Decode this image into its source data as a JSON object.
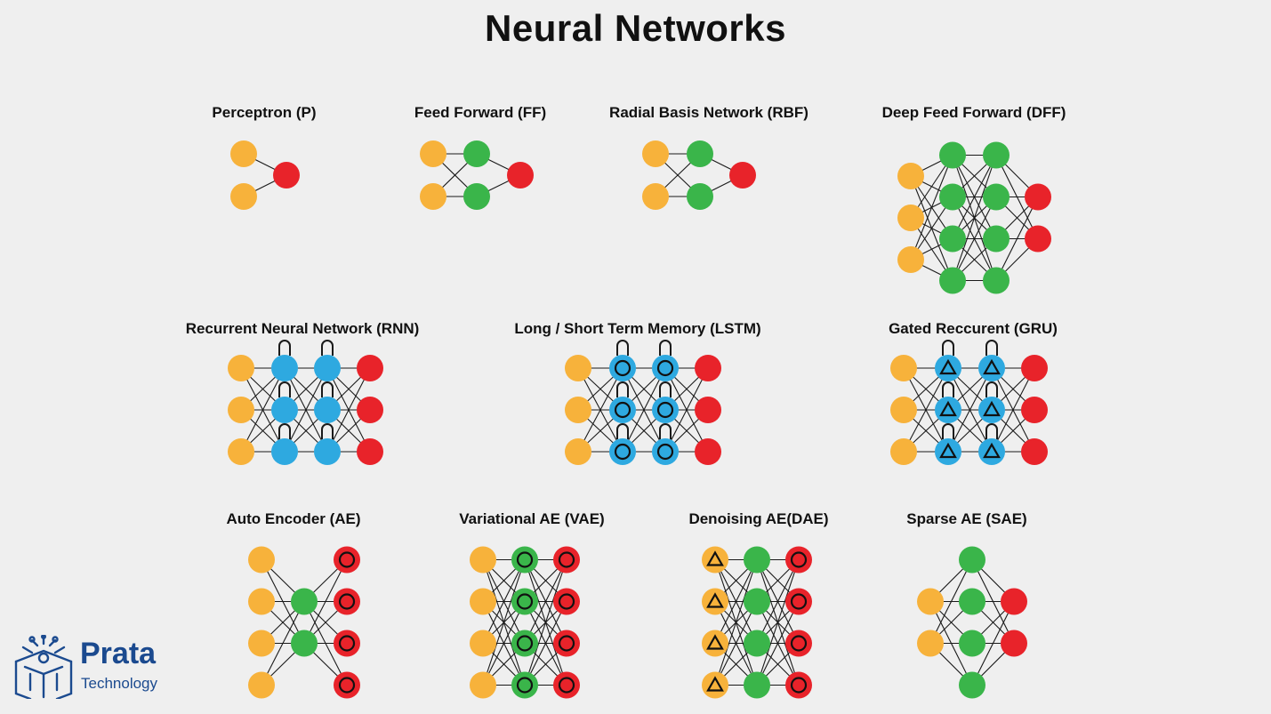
{
  "title": "Neural Networks",
  "colors": {
    "input": "#f7b23b",
    "hidden": "#3ab54a",
    "output": "#e8232a",
    "recurrent": "#2ea9e0",
    "edge": "#1a1a1a",
    "brand": "#1b4a8f"
  },
  "networks": [
    {
      "id": "p",
      "title": "Perceptron (P)",
      "layers": [
        [
          "in",
          "in"
        ],
        [
          "out"
        ]
      ]
    },
    {
      "id": "ff",
      "title": "Feed Forward (FF)",
      "layers": [
        [
          "in",
          "in"
        ],
        [
          "hid",
          "hid"
        ],
        [
          "out"
        ]
      ]
    },
    {
      "id": "rbf",
      "title": "Radial Basis Network (RBF)",
      "layers": [
        [
          "in",
          "in"
        ],
        [
          "hid",
          "hid"
        ],
        [
          "out"
        ]
      ]
    },
    {
      "id": "dff",
      "title": "Deep Feed Forward (DFF)",
      "layers": [
        [
          "in",
          "in",
          "in"
        ],
        [
          "hid",
          "hid",
          "hid",
          "hid"
        ],
        [
          "hid",
          "hid",
          "hid",
          "hid"
        ],
        [
          "out",
          "out"
        ]
      ]
    },
    {
      "id": "rnn",
      "title": "Recurrent Neural Network (RNN)",
      "layers": [
        [
          "in",
          "in",
          "in"
        ],
        [
          "rec",
          "rec",
          "rec"
        ],
        [
          "rec",
          "rec",
          "rec"
        ],
        [
          "out",
          "out",
          "out"
        ]
      ]
    },
    {
      "id": "lstm",
      "title": "Long / Short Term Memory (LSTM)",
      "layers": [
        [
          "in",
          "in",
          "in"
        ],
        [
          "mem",
          "mem",
          "mem"
        ],
        [
          "mem",
          "mem",
          "mem"
        ],
        [
          "out",
          "out",
          "out"
        ]
      ]
    },
    {
      "id": "gru",
      "title": "Gated Reccurent (GRU)",
      "layers": [
        [
          "in",
          "in",
          "in"
        ],
        [
          "gate",
          "gate",
          "gate"
        ],
        [
          "gate",
          "gate",
          "gate"
        ],
        [
          "out",
          "out",
          "out"
        ]
      ]
    },
    {
      "id": "ae",
      "title": "Auto Encoder (AE)",
      "layers": [
        [
          "in",
          "in",
          "in",
          "in"
        ],
        [
          "hid",
          "hid"
        ],
        [
          "match",
          "match",
          "match",
          "match"
        ]
      ]
    },
    {
      "id": "vae",
      "title": "Variational AE (VAE)",
      "layers": [
        [
          "in",
          "in",
          "in",
          "in"
        ],
        [
          "prob",
          "prob",
          "prob",
          "prob"
        ],
        [
          "match",
          "match",
          "match",
          "match"
        ]
      ]
    },
    {
      "id": "dae",
      "title": "Denoising AE(DAE)",
      "layers": [
        [
          "noisy",
          "noisy",
          "noisy",
          "noisy"
        ],
        [
          "hid",
          "hid",
          "hid",
          "hid"
        ],
        [
          "match",
          "match",
          "match",
          "match"
        ]
      ]
    },
    {
      "id": "sae",
      "title": "Sparse AE (SAE)",
      "layers": [
        [
          "in",
          "in"
        ],
        [
          "hid",
          "hid",
          "hid",
          "hid"
        ],
        [
          "out",
          "out"
        ]
      ]
    }
  ],
  "logo": {
    "brand": "Prata",
    "tagline": "Technology"
  }
}
